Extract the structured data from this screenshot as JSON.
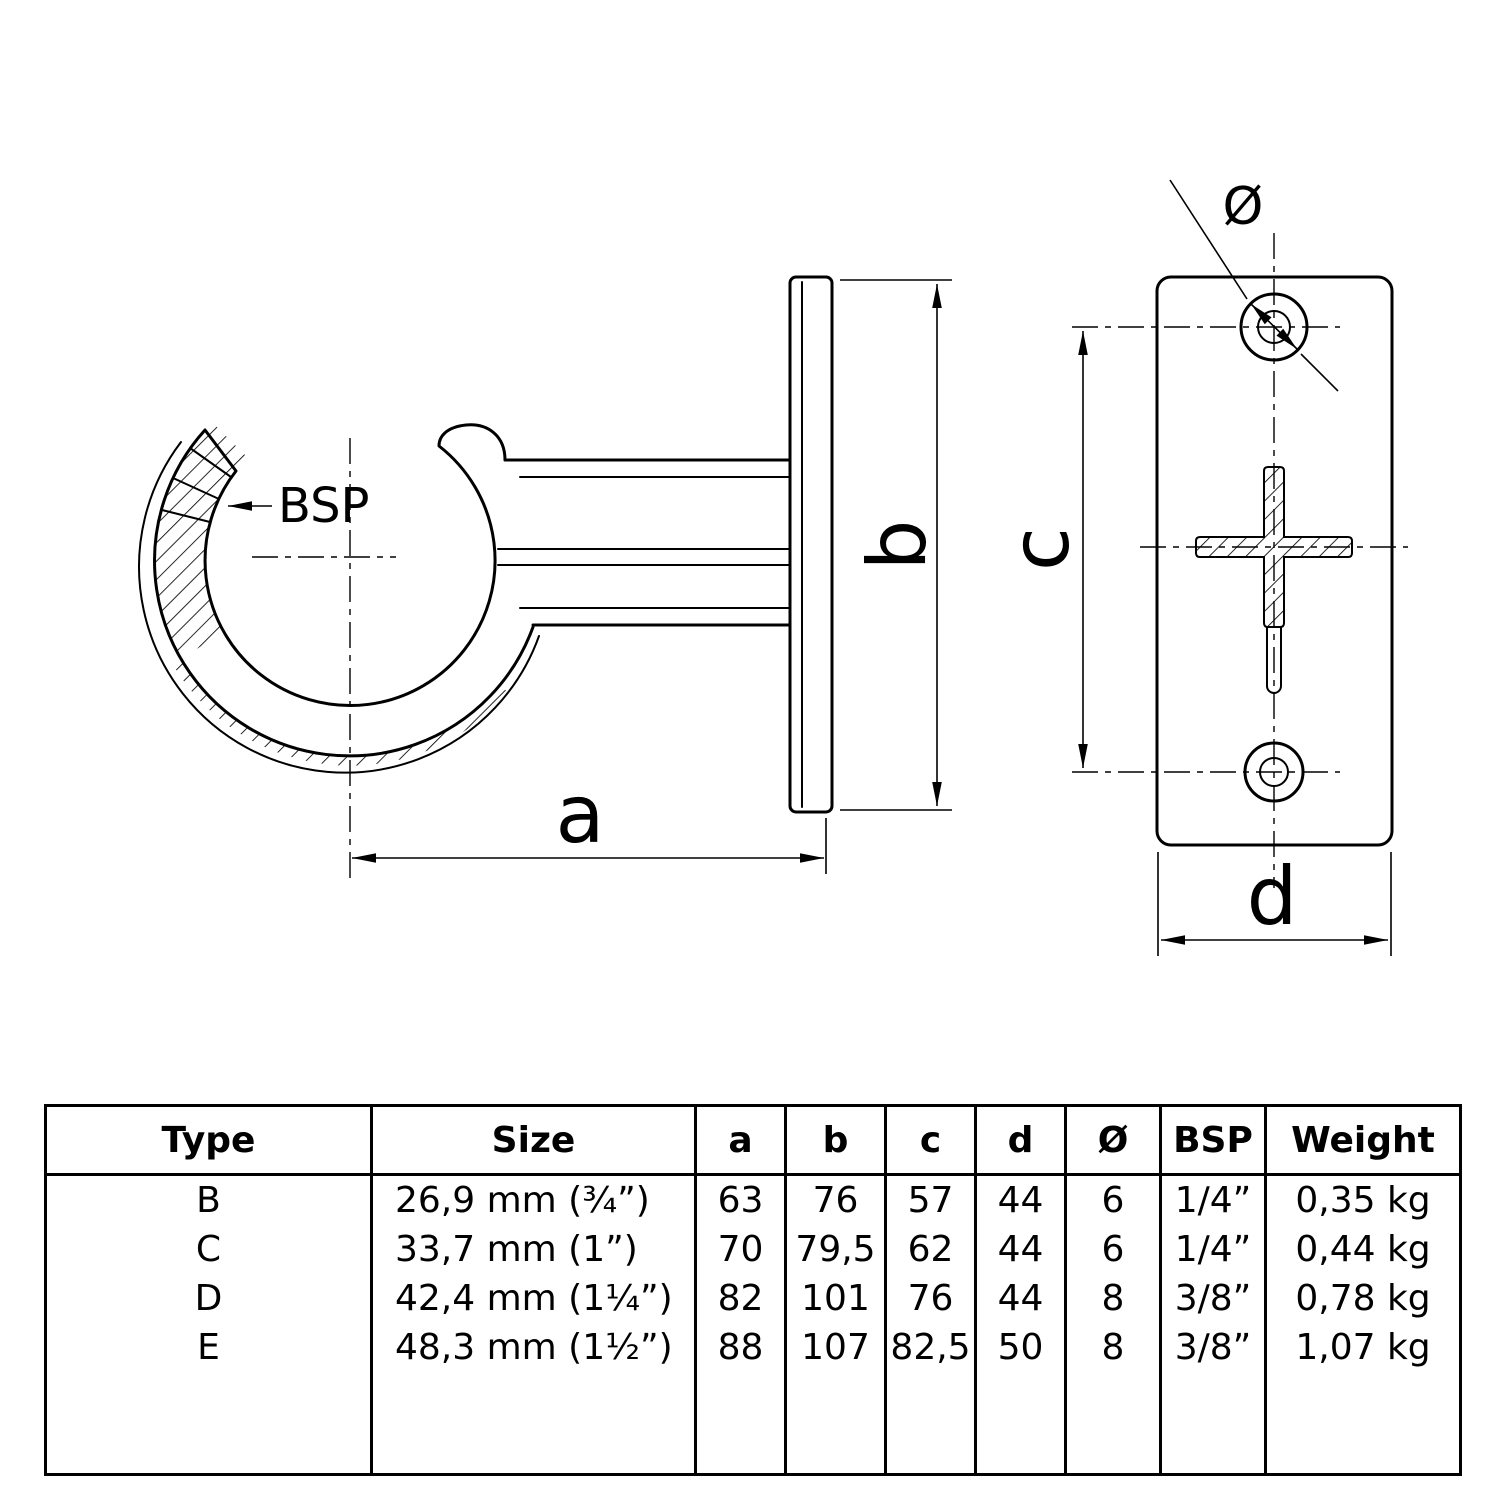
{
  "drawing": {
    "labels": {
      "bsp": "BSP",
      "a": "a",
      "b": "b",
      "c": "c",
      "d": "d",
      "diameter": "Ø"
    }
  },
  "table": {
    "headers": {
      "type": "Type",
      "size": "Size",
      "a": "a",
      "b": "b",
      "c": "c",
      "d": "d",
      "diameter": "Ø",
      "bsp": "BSP",
      "weight": "Weight"
    },
    "rows": [
      {
        "type": "B",
        "size": "26,9 mm (¾”)",
        "a": "63",
        "b": "76",
        "c": "57",
        "d": "44",
        "diameter": "6",
        "bsp": "1/4”",
        "weight": "0,35 kg"
      },
      {
        "type": "C",
        "size": "33,7 mm (1”)",
        "a": "70",
        "b": "79,5",
        "c": "62",
        "d": "44",
        "diameter": "6",
        "bsp": "1/4”",
        "weight": "0,44 kg"
      },
      {
        "type": "D",
        "size": "42,4 mm (1¼”)",
        "a": "82",
        "b": "101",
        "c": "76",
        "d": "44",
        "diameter": "8",
        "bsp": "3/8”",
        "weight": "0,78 kg"
      },
      {
        "type": "E",
        "size": "48,3 mm (1½”)",
        "a": "88",
        "b": "107",
        "c": "82,5",
        "d": "50",
        "diameter": "8",
        "bsp": "3/8”",
        "weight": "1,07 kg"
      }
    ]
  }
}
